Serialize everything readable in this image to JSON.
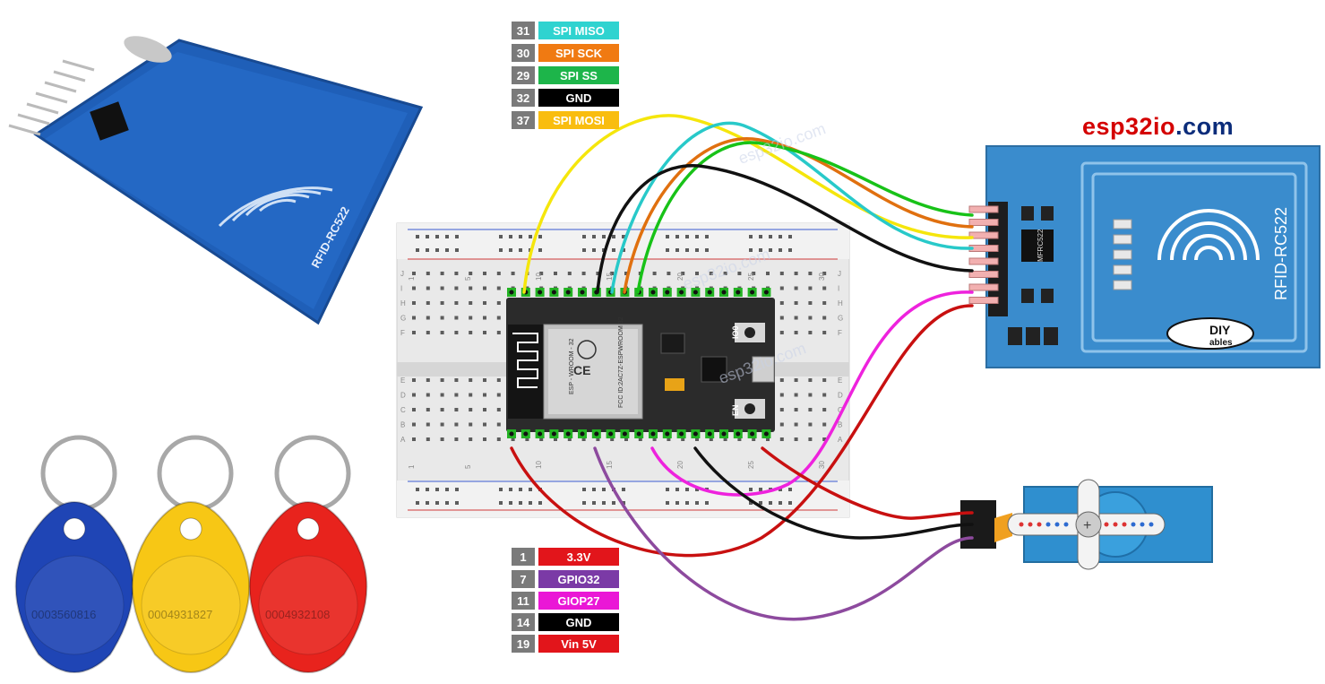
{
  "brand": {
    "part1": "esp32io",
    "part2": ".com",
    "color1": "#d40000",
    "color2": "#0b2c7a"
  },
  "watermark": "esp32io.com",
  "rfid_pins": [
    {
      "num": "31",
      "label": "SPI MISO",
      "color": "#2fd3d0"
    },
    {
      "num": "30",
      "label": "SPI SCK",
      "color": "#f07a12"
    },
    {
      "num": "29",
      "label": "SPI SS",
      "color": "#1db54a"
    },
    {
      "num": "32",
      "label": "GND",
      "color": "#000000"
    },
    {
      "num": "37",
      "label": "SPI MOSI",
      "color": "#f9bd0f"
    }
  ],
  "power_pins": [
    {
      "num": "1",
      "label": "3.3V",
      "color": "#e2151b"
    },
    {
      "num": "7",
      "label": "GPIO32",
      "color": "#7b3aa6"
    },
    {
      "num": "11",
      "label": "GIOP27",
      "color": "#ea17d6"
    },
    {
      "num": "14",
      "label": "GND",
      "color": "#000000"
    },
    {
      "num": "19",
      "label": "Vin 5V",
      "color": "#e2151b"
    }
  ],
  "rfid_module_left": {
    "label": "RFID-RC522"
  },
  "rfid_module_right": {
    "label": "RFID-RC522",
    "chip": "MFRC522",
    "logo_top": "DIY",
    "logo_bottom": "ables"
  },
  "esp32": {
    "module": "ESP - WROOM - 32",
    "fcc": "FCC ID:2AC7Z-ESPWROOM 32",
    "btn_en": "EN",
    "btn_io0": "IO0"
  },
  "tags": [
    {
      "color": "#1f45b5",
      "id": "0003560816"
    },
    {
      "color": "#f7c715",
      "id": "0004931827"
    },
    {
      "color": "#e8231d",
      "id": "0004932108"
    }
  ],
  "breadboard_numbers": [
    "1",
    "5",
    "10",
    "15",
    "20",
    "25",
    "30"
  ],
  "breadboard_letters_top": [
    "J",
    "I",
    "H",
    "G",
    "F"
  ],
  "breadboard_letters_bottom": [
    "E",
    "D",
    "C",
    "B",
    "A"
  ],
  "wire_colors": {
    "yellow": "#f5e60c",
    "cyan": "#28c9c9",
    "orange": "#e0700f",
    "green": "#18c218",
    "black": "#111111",
    "magenta": "#ee22dd",
    "red": "#c81010",
    "purple": "#8d4a9e"
  }
}
